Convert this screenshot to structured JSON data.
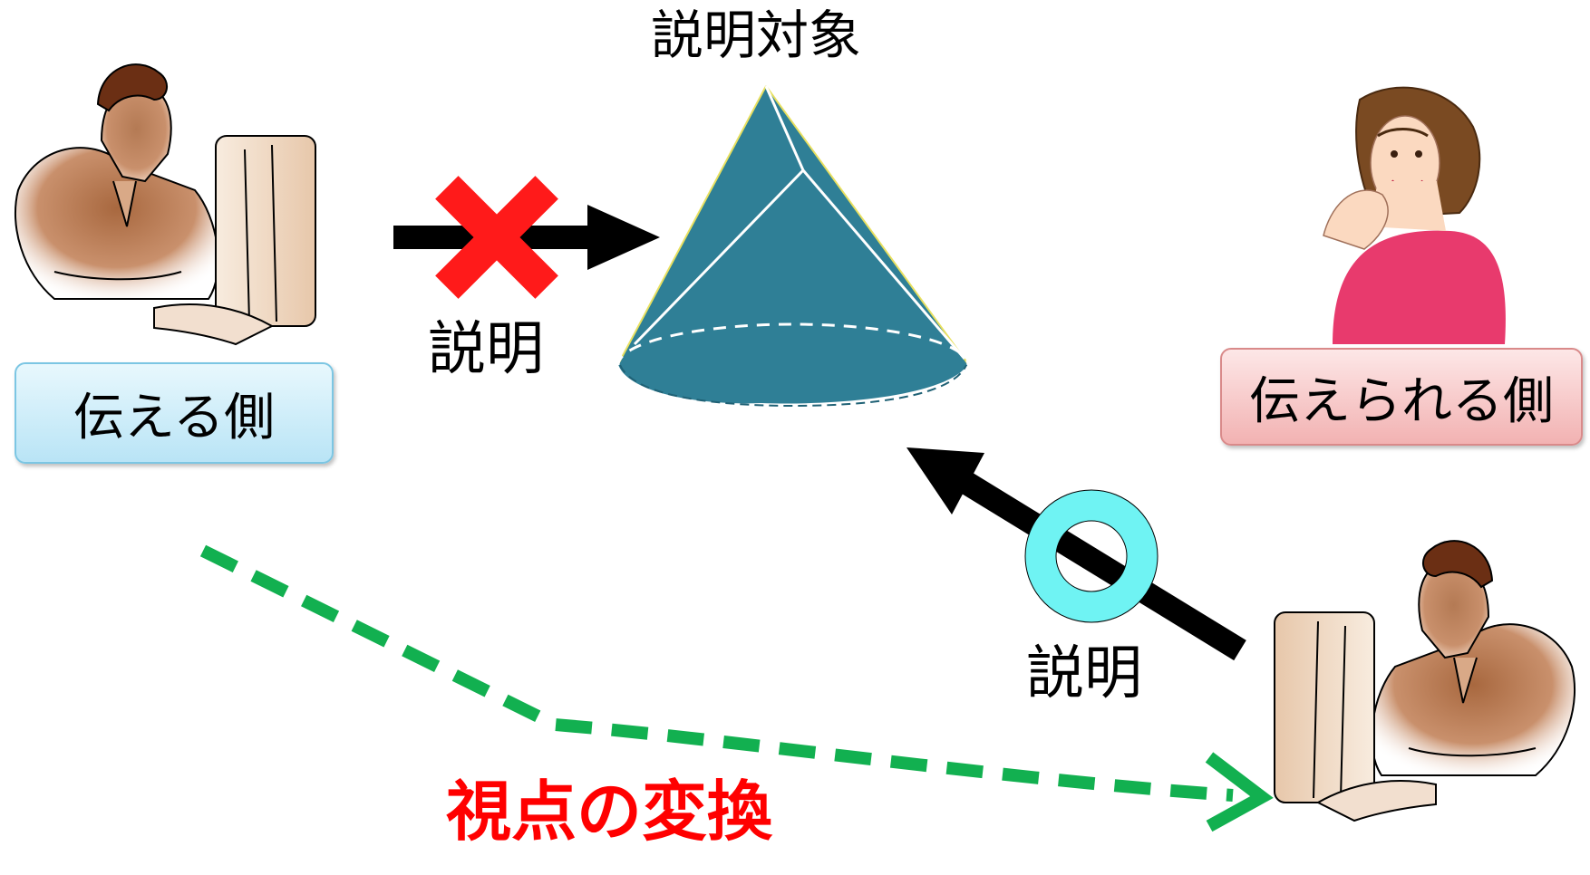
{
  "title": "説明対象",
  "sender_label": "伝える側",
  "receiver_label": "伝えられる側",
  "explain_label_blocked": "説明",
  "explain_label_allowed": "説明",
  "viewpoint_label": "視点の変換",
  "colors": {
    "cone": "#2f7f96",
    "blocked_mark": "#ff1a1a",
    "allowed_mark": "#6ff3f3",
    "viewpoint_path": "#12b050",
    "viewpoint_text": "#ff0000",
    "arrow": "#000000"
  },
  "icons": {
    "sender": "person-at-computer-icon",
    "receiver": "woman-icon",
    "sender_moved": "person-at-computer-icon",
    "blocked": "cross-mark-icon",
    "allowed": "circle-mark-icon"
  }
}
